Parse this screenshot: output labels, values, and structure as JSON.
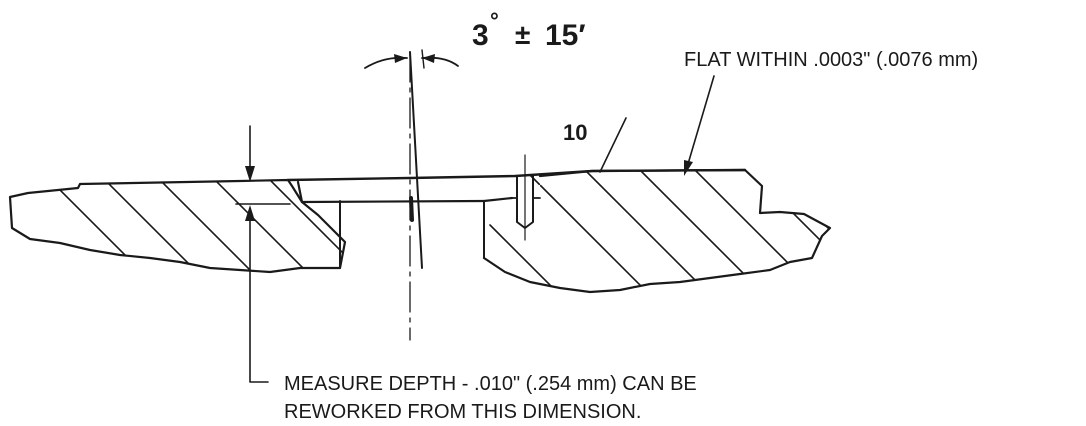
{
  "angle": {
    "degrees": "3",
    "degree_symbol": "°",
    "plus_minus": "±",
    "minutes": "15′"
  },
  "labels": {
    "flatness": "FLAT WITHIN .0003\" (.0076 mm)",
    "item_number": "10",
    "measure_note_line1": "MEASURE DEPTH - .010\" (.254 mm) CAN BE",
    "measure_note_line2": "REWORKED FROM THIS DIMENSION."
  },
  "colors": {
    "ink": "#1a1a1a",
    "paper": "#ffffff"
  }
}
